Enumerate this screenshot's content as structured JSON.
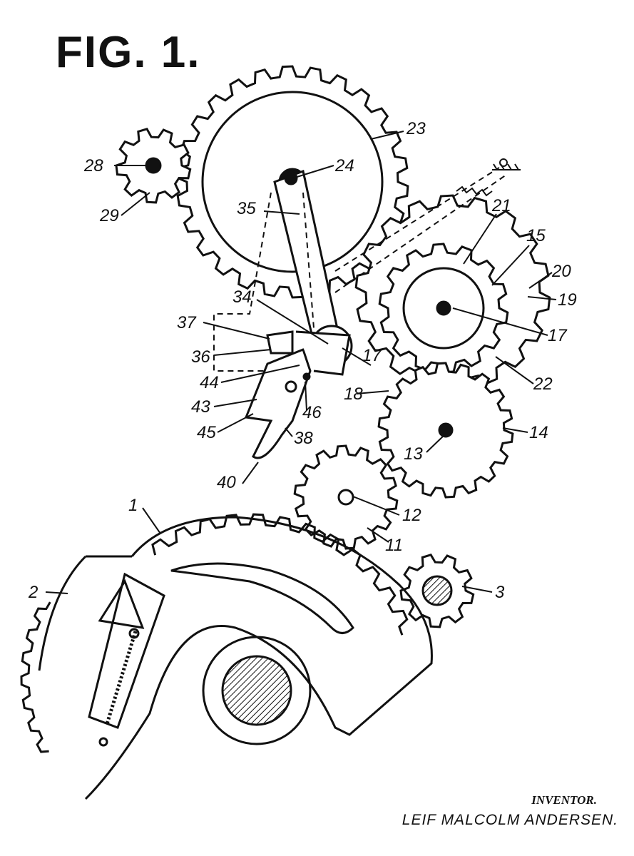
{
  "figure": {
    "title": "FIG. 1."
  },
  "inventor": {
    "heading": "INVENTOR.",
    "name": "LEIF MALCOLM ANDERSEN."
  },
  "references": {
    "r1": "1",
    "r2": "2",
    "r3": "3",
    "r11": "11",
    "r12": "12",
    "r13": "13",
    "r14": "14",
    "r15": "15",
    "r17a": "17",
    "r17b": "17",
    "r18": "18",
    "r19": "19",
    "r20": "20",
    "r21": "21",
    "r22": "22",
    "r23": "23",
    "r24": "24",
    "r28": "28",
    "r29": "29",
    "r34": "34",
    "r35": "35",
    "r36": "36",
    "r37": "37",
    "r38": "38",
    "r40": "40",
    "r43": "43",
    "r44": "44",
    "r45": "45",
    "r46": "46"
  }
}
